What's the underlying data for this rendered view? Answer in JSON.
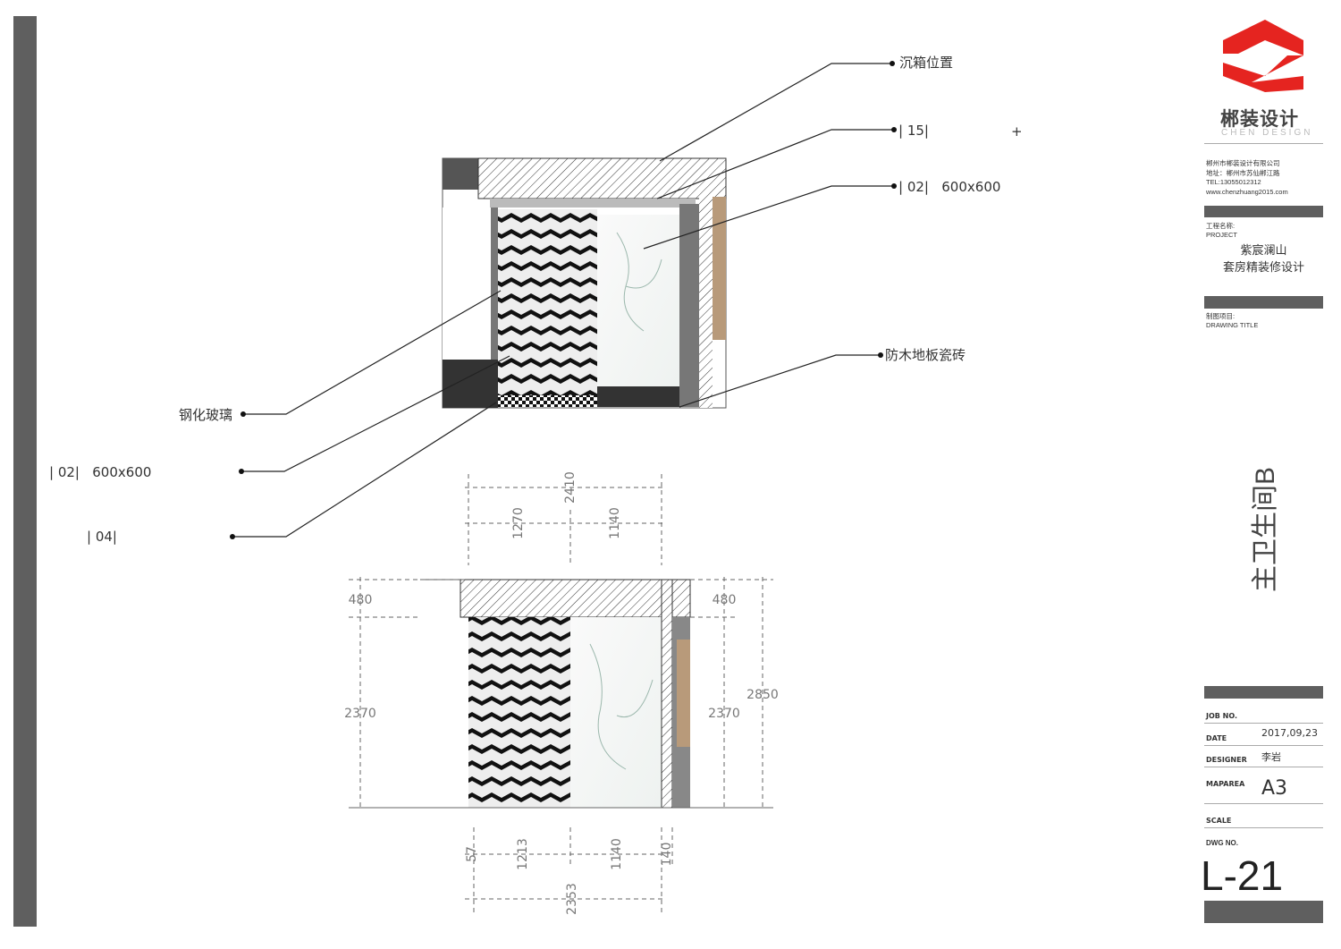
{
  "annotations": {
    "sunken_box": "沉箱位置",
    "code_15": "| 15|",
    "plus": "+",
    "code_02_right": "| 02|   600x600",
    "wood_tile": "防木地板瓷砖",
    "tempered_glass": "钢化玻璃",
    "code_02_left": "| 02|   600x600",
    "code_04": "| 04|"
  },
  "dimensions": {
    "top_total": "2410",
    "top_left": "1270",
    "top_right": "1140",
    "left_upper": "480",
    "left_lower": "2370",
    "right_upper": "480",
    "right_lower": "2370",
    "right_total": "2850",
    "bottom_a": "57",
    "bottom_b": "1213",
    "bottom_c": "1140",
    "bottom_d": "140",
    "bottom_total": "2353"
  },
  "title_block": {
    "brand_cn": "郴装设计",
    "brand_en": "CHEN DESIGN",
    "company": "郴州市郴装设计有限公司",
    "address": "地址：郴州市苏仙郴江路",
    "tel": "TEL:13055012312",
    "website": "www.chenzhuang2015.com",
    "project_label_cn": "工程名称:",
    "project_label_en": "PROJECT",
    "project_line1": "紫宸澜山",
    "project_line2": "套房精装修设计",
    "drawing_label_cn": "制图项目:",
    "drawing_label_en": "DRAWING TITLE",
    "drawing_title": "主卫生间B",
    "job_no_label": "JOB NO.",
    "date_label": "DATE",
    "date_value": "2017,09,23",
    "designer_label": "DESIGNER",
    "designer_value": "李岩",
    "maparea_label": "MAPAREA",
    "maparea_value": "A3",
    "scale_label": "SCALE",
    "dwg_no_label": "DWG NO.",
    "dwg_no_value": "L-21"
  },
  "colors": {
    "accent": "#e52420",
    "bar": "#5f5f5f"
  }
}
